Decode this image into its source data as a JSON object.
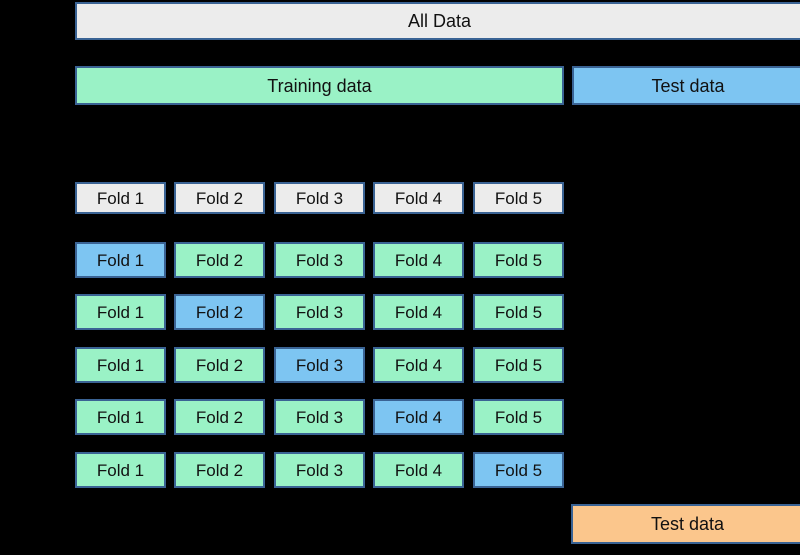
{
  "colors": {
    "background": "#000000",
    "border": "#3a6394",
    "gray": "#ececec",
    "green": "#9af2c6",
    "blue": "#7dc5f2",
    "orange": "#fbc68c",
    "text": "#111111"
  },
  "all_data": {
    "label": "All Data"
  },
  "split": {
    "training_label": "Training data",
    "test_label": "Test data"
  },
  "fold_grid": {
    "header": [
      "Fold 1",
      "Fold 2",
      "Fold 3",
      "Fold 4",
      "Fold 5"
    ],
    "rows": [
      {
        "validation_fold": 1,
        "cells": [
          "Fold 1",
          "Fold 2",
          "Fold 3",
          "Fold 4",
          "Fold 5"
        ]
      },
      {
        "validation_fold": 2,
        "cells": [
          "Fold 1",
          "Fold 2",
          "Fold 3",
          "Fold 4",
          "Fold 5"
        ]
      },
      {
        "validation_fold": 3,
        "cells": [
          "Fold 1",
          "Fold 2",
          "Fold 3",
          "Fold 4",
          "Fold 5"
        ]
      },
      {
        "validation_fold": 4,
        "cells": [
          "Fold 1",
          "Fold 2",
          "Fold 3",
          "Fold 4",
          "Fold 5"
        ]
      },
      {
        "validation_fold": 5,
        "cells": [
          "Fold 1",
          "Fold 2",
          "Fold 3",
          "Fold 4",
          "Fold 5"
        ]
      }
    ]
  },
  "final_test": {
    "label": "Test data"
  }
}
